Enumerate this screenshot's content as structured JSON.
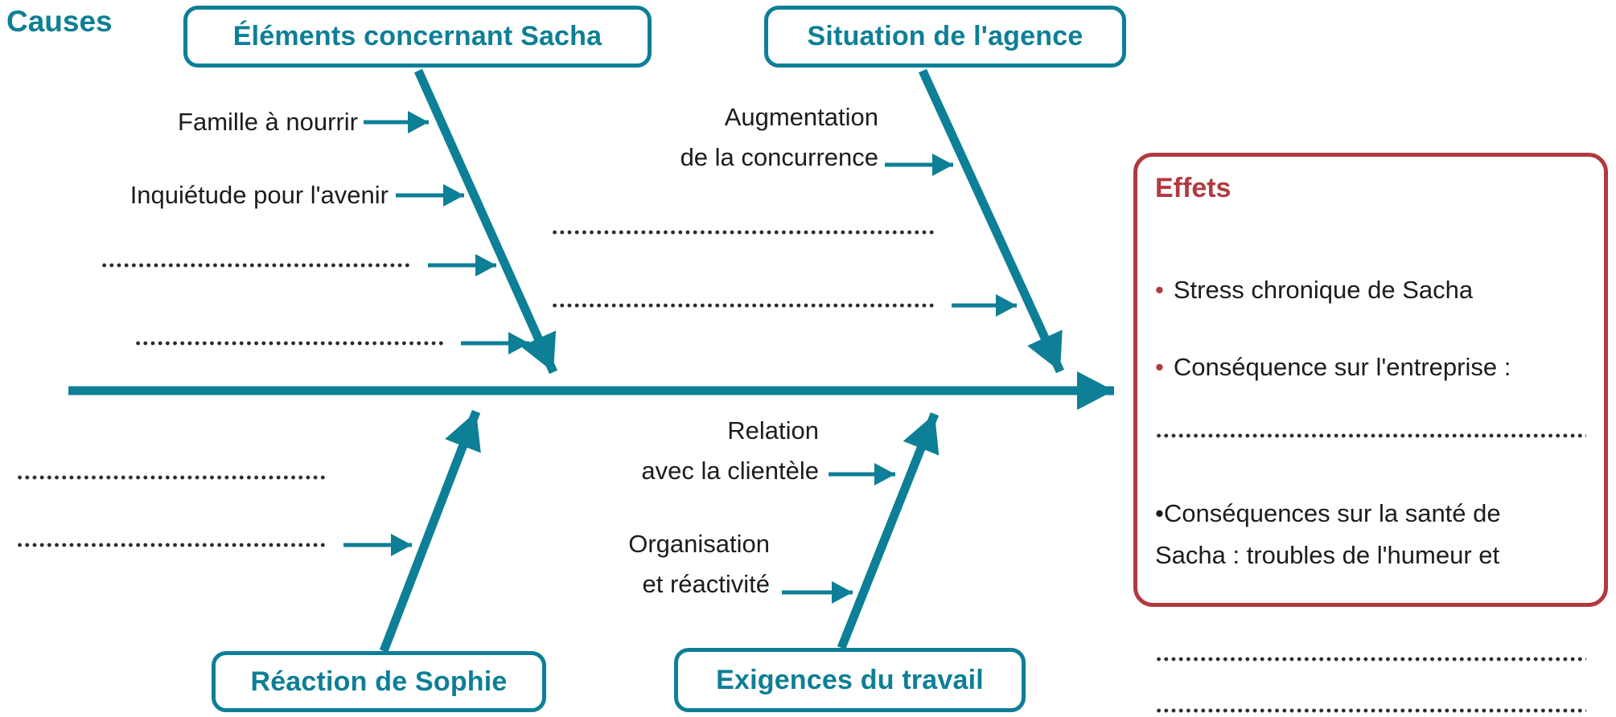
{
  "diagram_type": "fishbone-cause-effect",
  "colors": {
    "teal": "#0d7f96",
    "red": "#b13a40",
    "text": "#1c1c1c",
    "dots": "#2b2b2b"
  },
  "causes_label": "Causes",
  "bullet_char": "•",
  "branches": [
    {
      "id": "elements-sacha",
      "title": "Éléments concernant Sacha",
      "position": "top-left"
    },
    {
      "id": "situation-agence",
      "title": "Situation de l'agence",
      "position": "top-right"
    },
    {
      "id": "reaction-sophie",
      "title": "Réaction de Sophie",
      "position": "bottom-left"
    },
    {
      "id": "exigences-travail",
      "title": "Exigences du travail",
      "position": "bottom-right"
    }
  ],
  "cause_labels": {
    "famille": "Famille à nourrir",
    "inquietude": "Inquiétude pour l'avenir",
    "augmentation": "Augmentation\nde la concurrence",
    "relation": "Relation\navec la clientèle",
    "organisation": "Organisation\net réactivité"
  },
  "blanks": {
    "top_left_branch": 2,
    "top_right_branch": 2,
    "bottom_left_branch": 2,
    "effects_box": 3
  },
  "effects": {
    "title": "Effets",
    "items": [
      "Stress chronique de Sacha",
      "Conséquence sur l'entreprise :",
      "Conséquences sur la santé de\nSacha : troubles de l'humeur et"
    ]
  }
}
